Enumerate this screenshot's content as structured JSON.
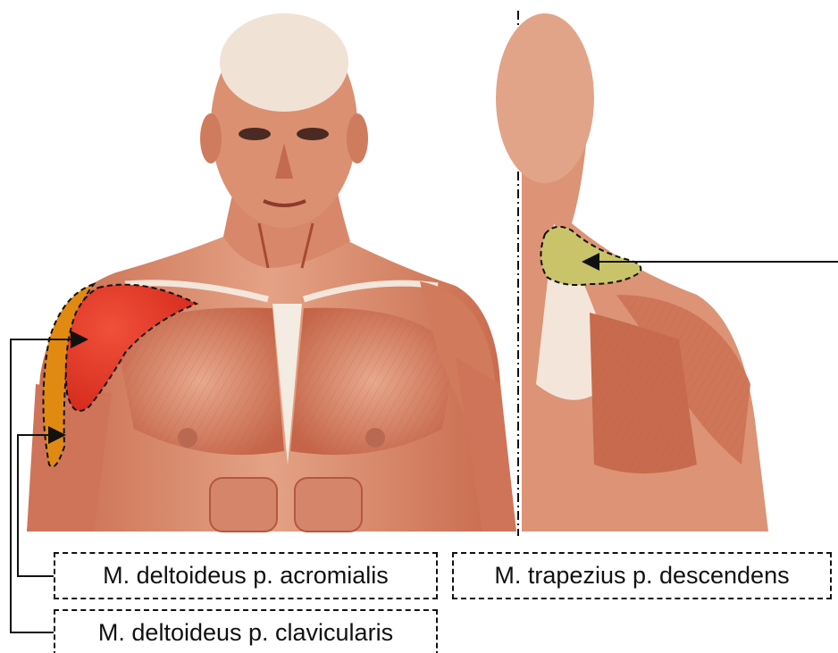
{
  "labels": {
    "deltoid_acromial": "M. deltoideus p. acromialis",
    "trapezius_descending": "M. trapezius p. descendens",
    "deltoid_clavicular": "M. deltoideus p. clavicularis"
  },
  "colors": {
    "deltoid_acromial_fill": "#e8321e",
    "deltoid_clavicular_fill": "#e08a12",
    "trapezius_fill": "#c9c46a",
    "muscle_base": "#d98a6c",
    "muscle_shade": "#b8553d",
    "muscle_light": "#f0c2a8",
    "tendon": "#f5ece3"
  },
  "views": [
    "anterior",
    "posterior"
  ]
}
